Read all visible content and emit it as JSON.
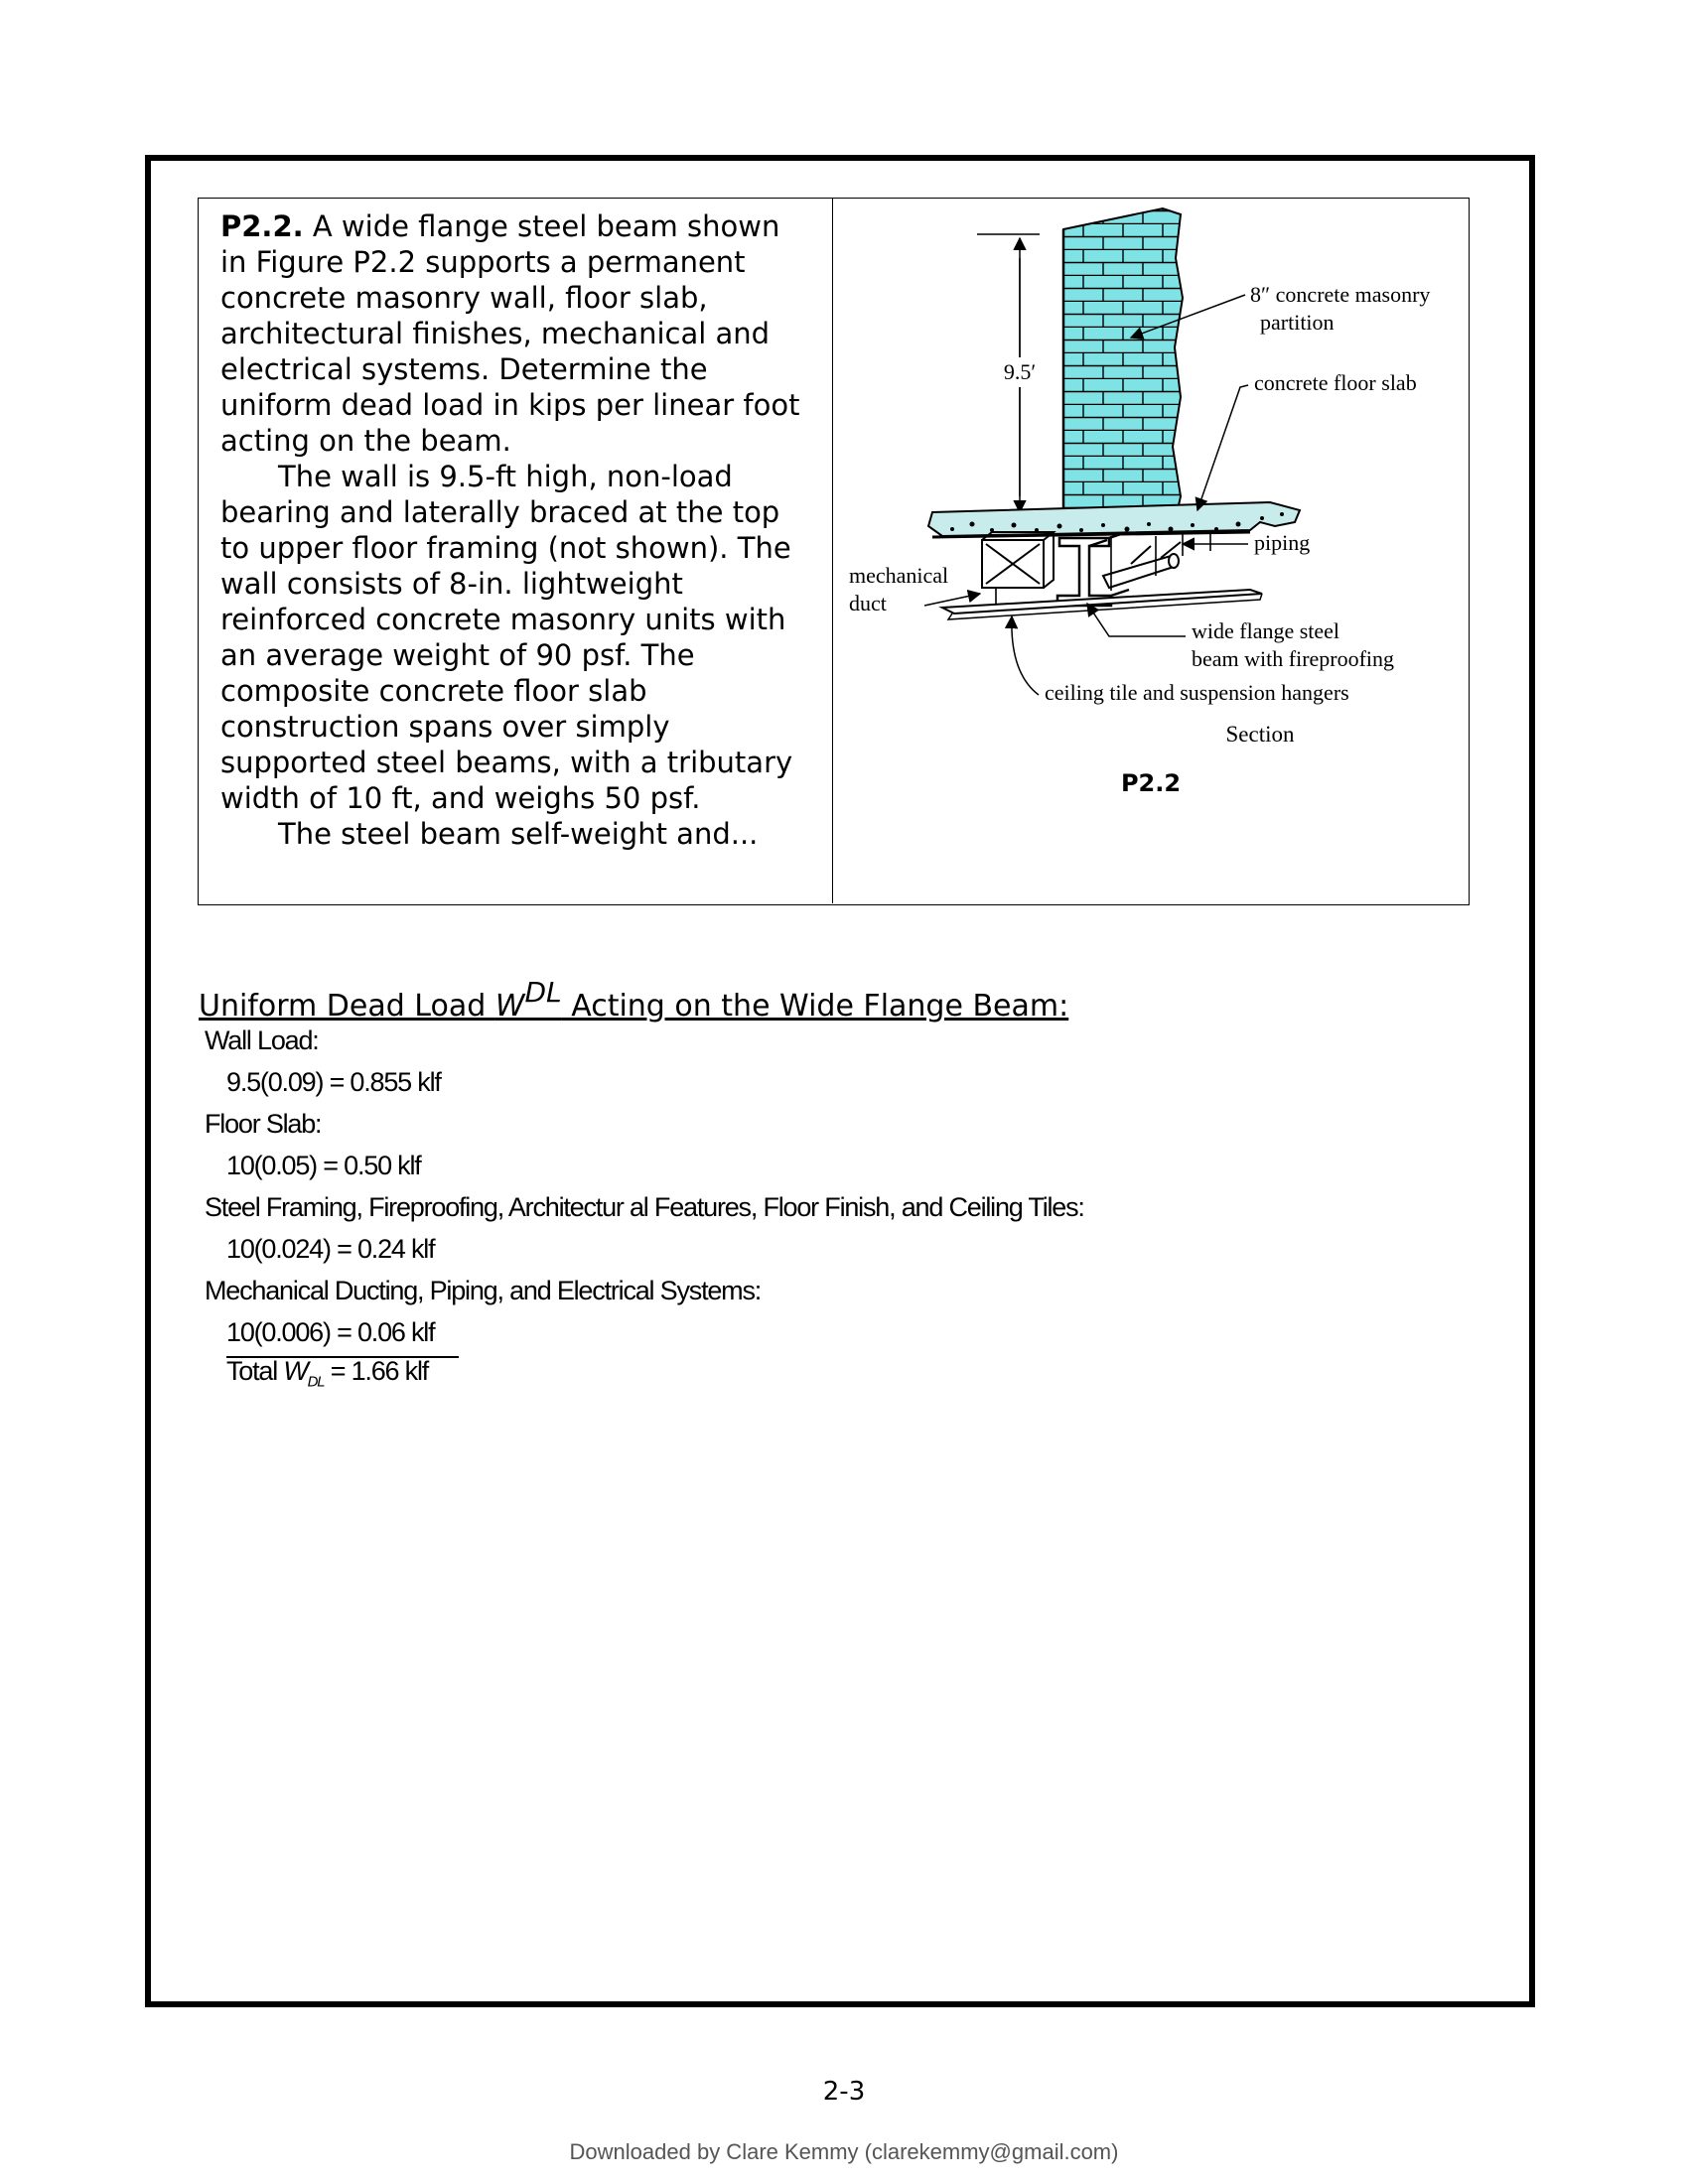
{
  "problem": {
    "label": "P2.2.",
    "paragraph1": " A wide flange steel beam shown in Figure P2.2 supports a permanent concrete masonry wall, floor slab, architectural finishes, mechanical and electrical systems. Determine the uniform dead load in kips per linear foot acting on the beam.",
    "paragraph2": "The wall is 9.5-ft high, non-load bearing and laterally braced at the top to upper floor framing (not shown). The wall consists of 8-in. lightweight reinforced concrete masonry units with an average weight of 90 psf. The composite concrete floor slab construction spans over simply supported steel beams, with a tributary width of 10 ft, and weighs 50 psf.",
    "paragraph3": "The steel beam self-weight and..."
  },
  "figure": {
    "height_label": "9.5′",
    "masonry_label_line1": "8″ concrete masonry",
    "masonry_label_line2": "partition",
    "slab_label": "concrete floor slab",
    "piping_label": "piping",
    "duct_label_line1": "mechanical",
    "duct_label_line2": "duct",
    "beam_label_line1": "wide flange steel",
    "beam_label_line2": "beam with fireproofing",
    "ceiling_label": "ceiling tile and suspension hangers",
    "section_label": "Section",
    "caption": "P2.2",
    "colors": {
      "masonry": "#7fe3e6",
      "slab": "#c8ecec"
    }
  },
  "solution": {
    "heading_pre": "Uniform Dead Load ",
    "heading_var": "W",
    "heading_sup": "DL",
    "heading_post": " Acting on the Wide Flange Beam:",
    "items": [
      {
        "label": "Wall Load:",
        "equation": "9.5(0.09) = 0.855 klf"
      },
      {
        "label": "Floor Slab:",
        "equation": "10(0.05) = 0.50 klf"
      },
      {
        "label": "Steel Framing, Fireproofing, Architectur al Features, Floor Finish, and Ceiling Tiles:",
        "equation": "10(0.024) = 0.24 klf"
      },
      {
        "label": "Mechanical Ducting, Piping, and Electrical Systems:",
        "equation": "10(0.006) = 0.06 klf"
      }
    ],
    "total_pre": "Total ",
    "total_var": "W",
    "total_sub": "DL",
    "total_post": " = 1.66 klf"
  },
  "footer": {
    "page_number": "2-3",
    "download_note": "Downloaded by Clare Kemmy (clarekemmy@gmail.com)"
  }
}
